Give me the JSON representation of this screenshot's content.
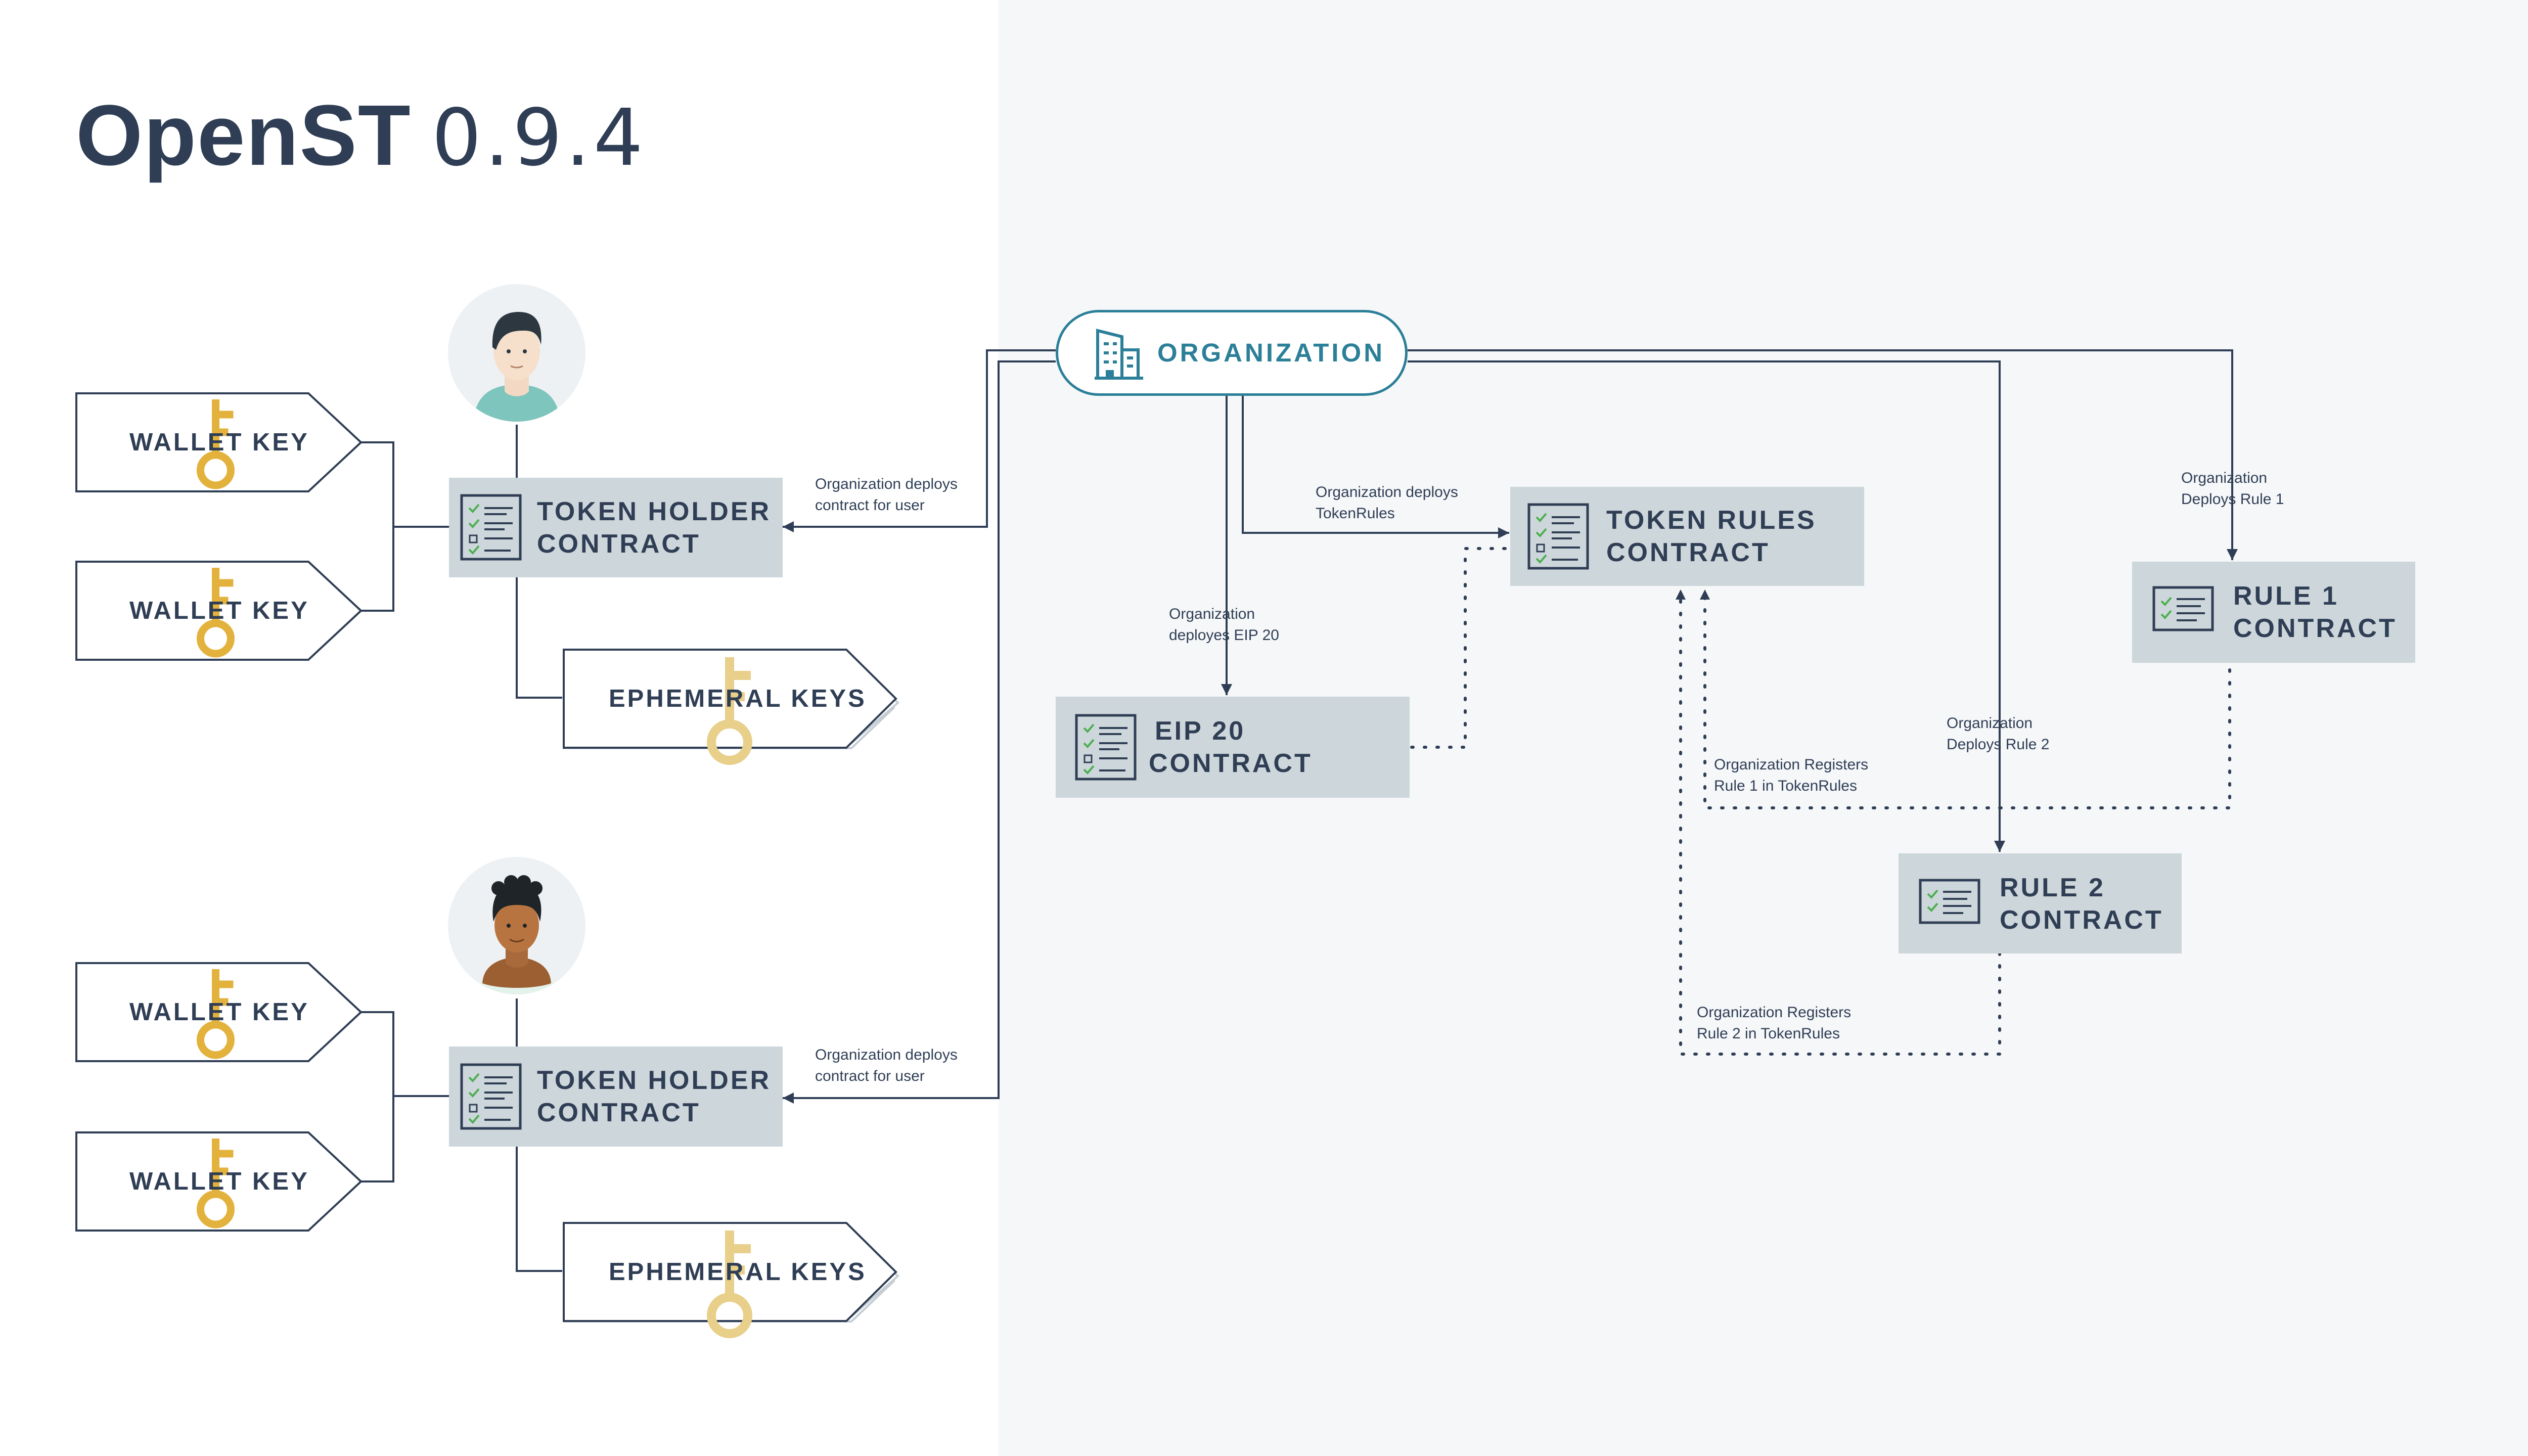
{
  "title": {
    "bold": "OpenST",
    "version": "0.9.4"
  },
  "organization": {
    "label": "ORGANIZATION",
    "icon": "building-icon"
  },
  "users": [
    {
      "avatar": "user-avatar-1",
      "wallet_keys": [
        "WALLET KEY",
        "WALLET KEY"
      ],
      "token_holder": {
        "line1": "TOKEN HOLDER",
        "line2": "CONTRACT"
      },
      "ephemeral_keys": "EPHEMERAL KEYS",
      "deploy_note": [
        "Organization deploys",
        "contract for user"
      ]
    },
    {
      "avatar": "user-avatar-2",
      "wallet_keys": [
        "WALLET KEY",
        "WALLET KEY"
      ],
      "token_holder": {
        "line1": "TOKEN HOLDER",
        "line2": "CONTRACT"
      },
      "ephemeral_keys": "EPHEMERAL KEYS",
      "deploy_note": [
        "Organization deploys",
        "contract for user"
      ]
    }
  ],
  "contracts": {
    "token_rules": {
      "line1": "TOKEN RULES",
      "line2": "CONTRACT"
    },
    "eip20": {
      "line1": "EIP 20",
      "line2": "CONTRACT"
    },
    "rule1": {
      "line1": "RULE 1",
      "line2": "CONTRACT"
    },
    "rule2": {
      "line1": "RULE 2",
      "line2": "CONTRACT"
    }
  },
  "annotations": {
    "deploys_tokenrules": [
      "Organization deploys",
      "TokenRules"
    ],
    "deploys_eip20": [
      "Organization",
      "deployes EIP 20"
    ],
    "deploys_rule1": [
      "Organization",
      "Deploys Rule 1"
    ],
    "deploys_rule2": [
      "Organization",
      "Deploys Rule 2"
    ],
    "registers_rule1": [
      "Organization Registers",
      "Rule 1 in TokenRules"
    ],
    "registers_rule2": [
      "Organization Registers",
      "Rule 2 in TokenRules"
    ]
  },
  "colors": {
    "navy": "#2f3e55",
    "teal": "#2b7f98",
    "contract_fill": "#cdd6da",
    "right_panel": "#f5f7f9",
    "key_gold": "#e3b23c",
    "check_green": "#4caf50"
  }
}
